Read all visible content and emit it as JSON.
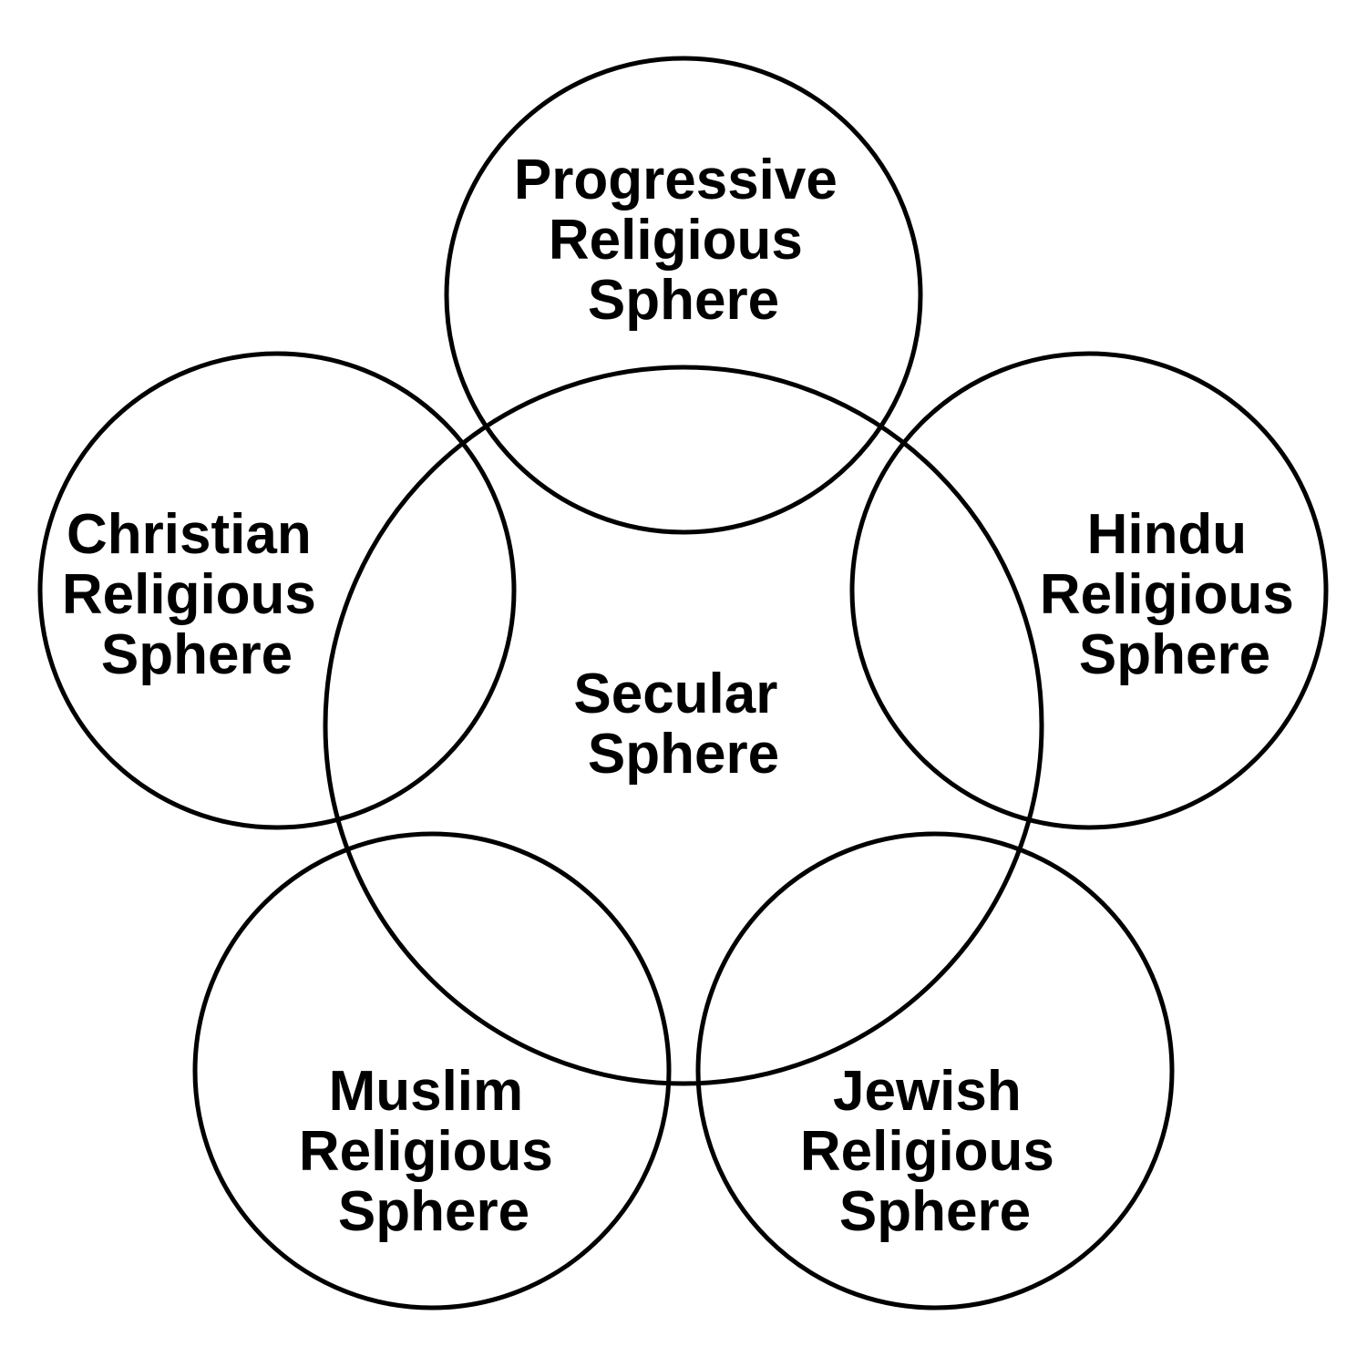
{
  "diagram": {
    "center": {
      "lines": [
        "Secular",
        "Sphere"
      ]
    },
    "spheres": [
      {
        "id": "progressive",
        "lines": [
          "Progressive",
          "Religious",
          "Sphere"
        ]
      },
      {
        "id": "christian",
        "lines": [
          "Christian",
          "Religious",
          "Sphere"
        ]
      },
      {
        "id": "hindu",
        "lines": [
          "Hindu",
          "Religious",
          "Sphere"
        ]
      },
      {
        "id": "muslim",
        "lines": [
          "Muslim",
          "Religious",
          "Sphere"
        ]
      },
      {
        "id": "jewish",
        "lines": [
          "Jewish",
          "Religious",
          "Sphere"
        ]
      }
    ],
    "colors": {
      "stroke": "#000000",
      "text": "#000000",
      "background": "#ffffff"
    }
  }
}
